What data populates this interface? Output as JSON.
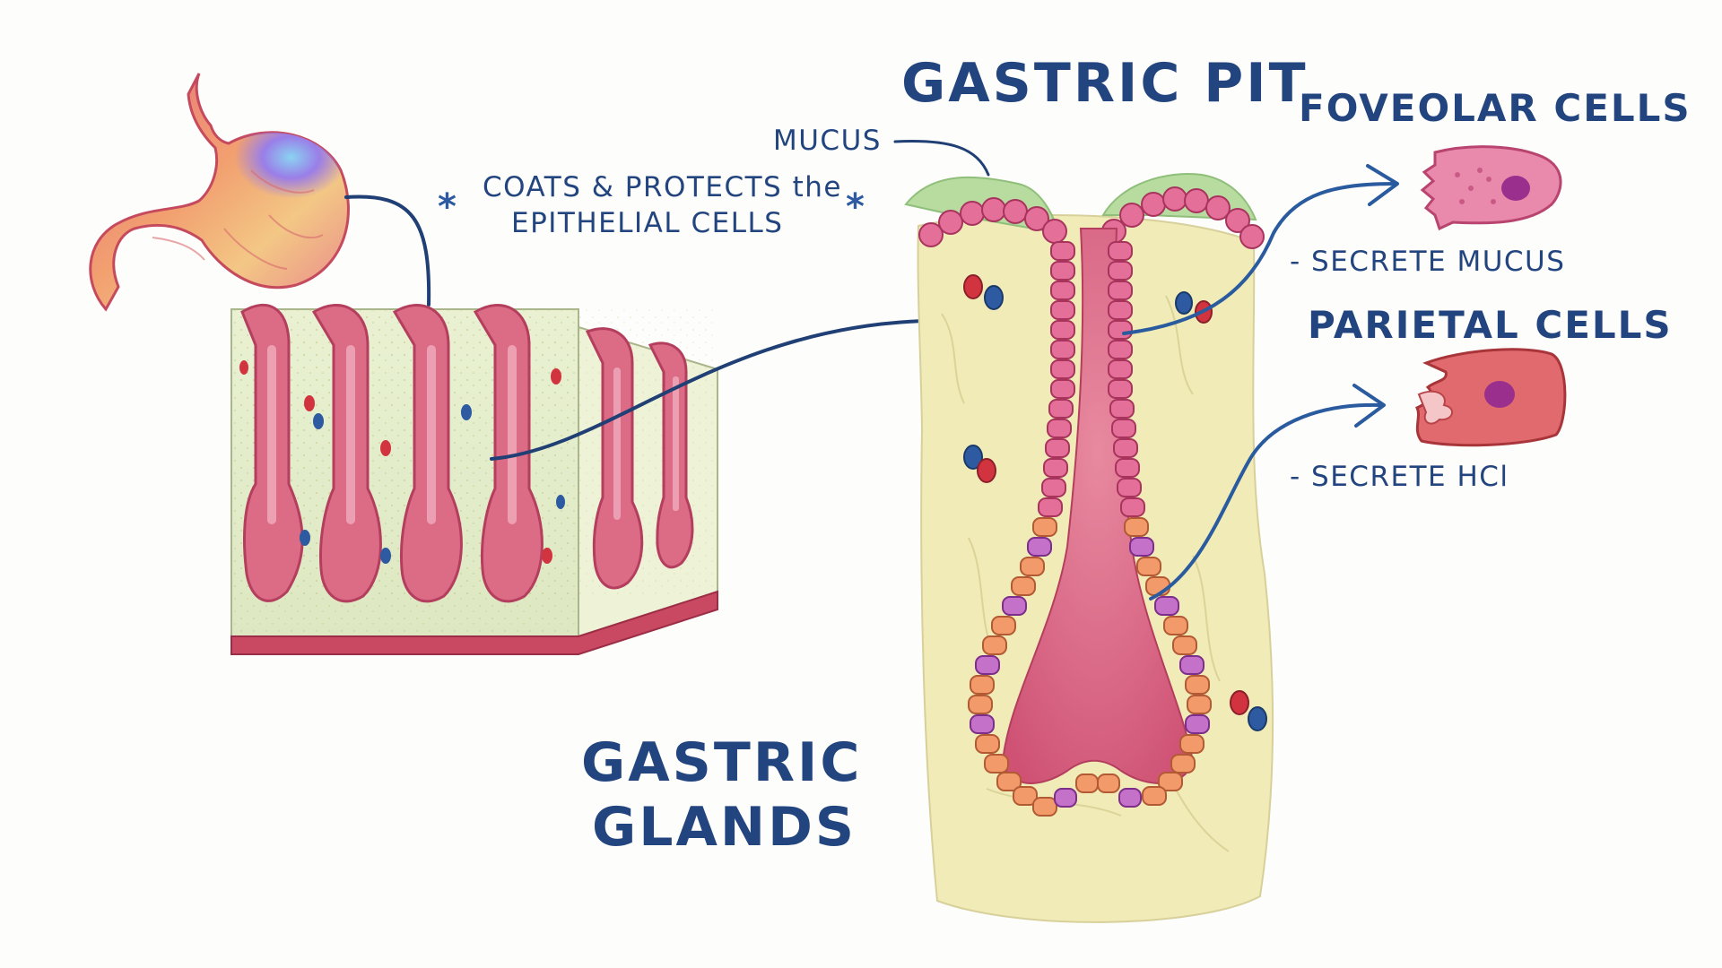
{
  "labels": {
    "gastric_pit": "GASTRIC PIT",
    "mucus": "MUCUS",
    "coats_line1": "COATS & PROTECTS the",
    "coats_line2": "EPITHELIAL CELLS",
    "asterisk": "*",
    "foveolar_cells": "FOVEOLAR CELLS",
    "foveolar_desc": "- SECRETE MUCUS",
    "parietal_cells": "PARIETAL CELLS",
    "parietal_desc": "- SECRETE HCl",
    "gastric_glands_line1": "GASTRIC",
    "gastric_glands_line2": "GLANDS"
  },
  "colors": {
    "label_text": "#23457f",
    "connector": "#1f3f75",
    "arrow": "#2a5b9e",
    "mucosa_pink": "#d9627a",
    "tissue_cream": "#f1ebb8",
    "mucus_green": "#b8dca0",
    "foveolar_cell": "#e46f98",
    "parietal_cell": "#e06a6e",
    "nucleus": "#9b2f8d"
  }
}
